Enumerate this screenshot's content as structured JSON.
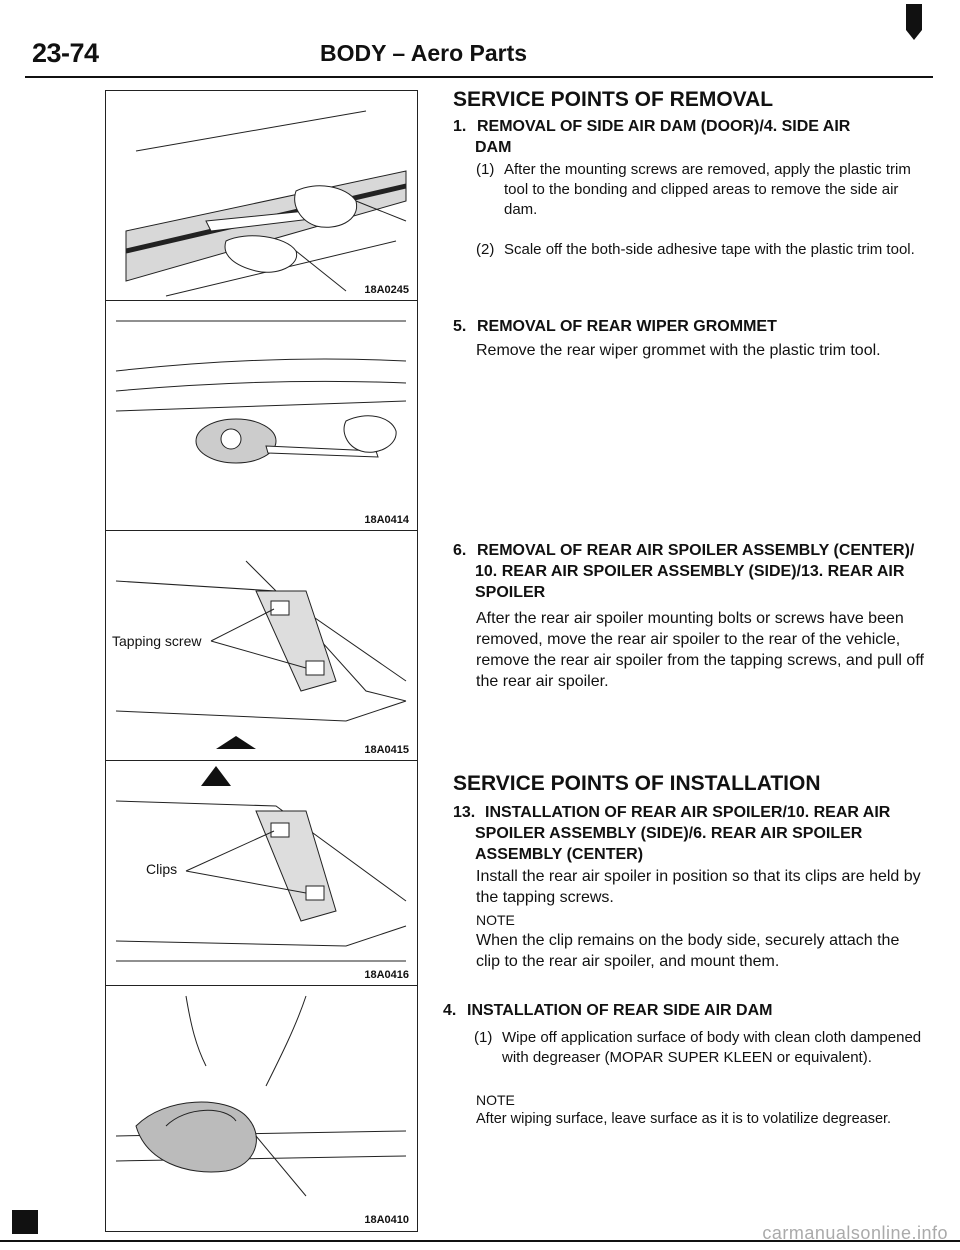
{
  "header": {
    "page_number": "23-74",
    "title": "BODY – Aero Parts"
  },
  "figures": [
    {
      "code": "18A0245"
    },
    {
      "code": "18A0414"
    },
    {
      "code": "18A0415",
      "label": "Tapping screw"
    },
    {
      "code": "18A0416",
      "label": "Clips"
    },
    {
      "code": "18A0410"
    }
  ],
  "removal": {
    "title": "SERVICE POINTS OF REMOVAL",
    "step1": {
      "num": "1.",
      "heading_line1": "REMOVAL OF SIDE AIR DAM (DOOR)/4. SIDE AIR",
      "heading_line2": "DAM",
      "sub1_num": "(1)",
      "sub1_text": "After the mounting screws are removed, apply the plastic trim tool to the bonding and clipped areas to remove the side air dam.",
      "sub2_num": "(2)",
      "sub2_text": "Scale off the both-side adhesive tape with the plastic trim tool."
    },
    "step5": {
      "num": "5.",
      "heading": "REMOVAL OF REAR WIPER GROMMET",
      "text": "Remove the rear wiper grommet with the plastic trim tool."
    },
    "step6": {
      "num": "6.",
      "heading_line1": "REMOVAL OF REAR AIR SPOILER ASSEMBLY (CENTER)/",
      "heading_line2": "10. REAR AIR SPOILER ASSEMBLY (SIDE)/13. REAR AIR SPOILER",
      "text": "After the rear air spoiler mounting bolts or screws have been removed, move the rear air spoiler to the rear of the vehicle, remove the rear air spoiler from the tapping screws, and pull off the rear air spoiler."
    }
  },
  "installation": {
    "title": "SERVICE POINTS OF INSTALLATION",
    "step13": {
      "num": "13.",
      "heading_line1": "INSTALLATION OF REAR AIR SPOILER/10. REAR AIR",
      "heading_line2": "SPOILER ASSEMBLY (SIDE)/6. REAR AIR SPOILER ASSEMBLY (CENTER)",
      "text": "Install the rear air spoiler in position so that its clips are held by the tapping screws.",
      "note_label": "NOTE",
      "note_text": "When the clip remains on the body side, securely attach the clip to the rear air spoiler, and mount them."
    },
    "step4": {
      "num": "4.",
      "heading": "INSTALLATION OF REAR SIDE AIR DAM",
      "sub1_num": "(1)",
      "sub1_text": "Wipe off application surface of body with clean cloth dampened with degreaser (MOPAR SUPER KLEEN or equivalent).",
      "note_label": "NOTE",
      "note_text": "After wiping surface, leave surface as it is to volatilize degreaser."
    }
  },
  "footer": {
    "watermark": "carmanualsonline.info"
  }
}
